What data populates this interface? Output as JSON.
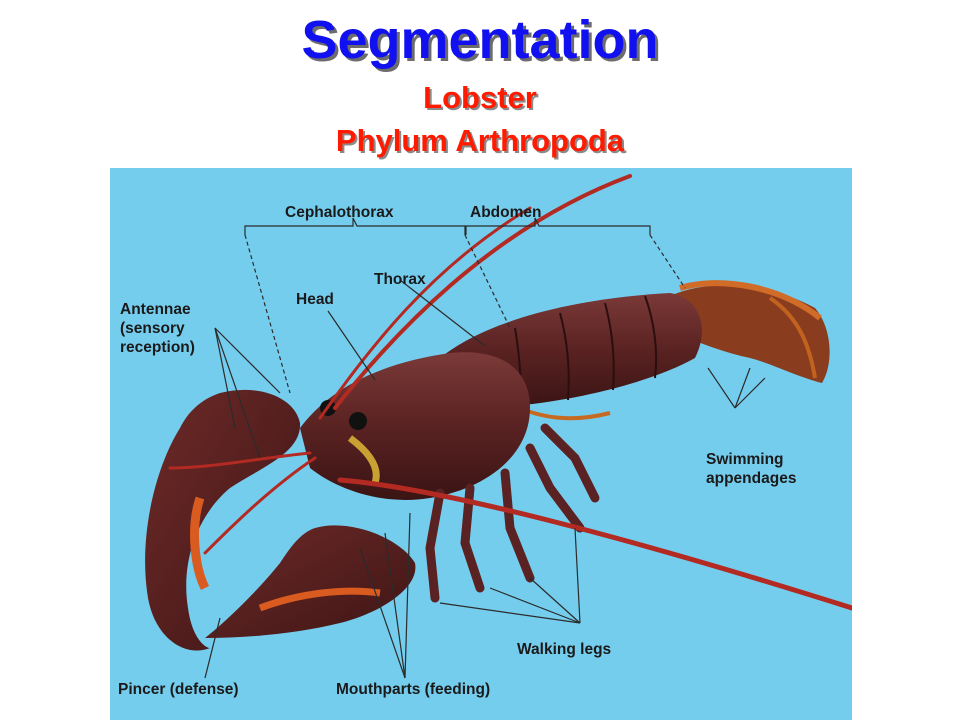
{
  "title": "Segmentation",
  "subtitle_1": "Lobster",
  "subtitle_2": "Phylum Arthropoda",
  "colors": {
    "title": "#1010f0",
    "subtitle": "#ff1a00",
    "background": "#75cdee",
    "body": "#5a2424",
    "antenna": "#b22a22"
  },
  "labels": {
    "cephalothorax": "Cephalothorax",
    "abdomen": "Abdomen",
    "thorax": "Thorax",
    "head": "Head",
    "antennae_1": "Antennae",
    "antennae_2": "(sensory",
    "antennae_3": "reception)",
    "swimming_1": "Swimming",
    "swimming_2": "appendages",
    "walking_legs": "Walking legs",
    "pincer": "Pincer (defense)",
    "mouthparts": "Mouthparts (feeding)"
  }
}
